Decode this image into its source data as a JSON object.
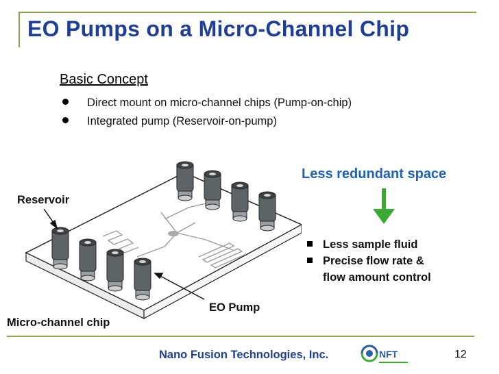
{
  "slide": {
    "title": "EO Pumps on a Micro-Channel Chip",
    "subtitle": "Basic Concept",
    "bullets": [
      "Direct mount on micro-channel chips (Pump-on-chip)",
      "Integrated pump (Reservoir-on-pump)"
    ],
    "highlight": "Less redundant space",
    "benefits": [
      "Less sample fluid",
      "Precise flow rate &",
      "flow amount control"
    ],
    "labels": {
      "reservoir": "Reservoir",
      "eo_pump": "EO Pump",
      "chip": "Micro-channel chip"
    },
    "footer": {
      "company": "Nano Fusion Technologies, Inc.",
      "logo_text": "NFT",
      "page_number": "12"
    },
    "colors": {
      "title": "#1f3f96",
      "highlight": "#1f5fb4",
      "arrow": "#3aaa35",
      "rule": "#8aa64a"
    }
  }
}
